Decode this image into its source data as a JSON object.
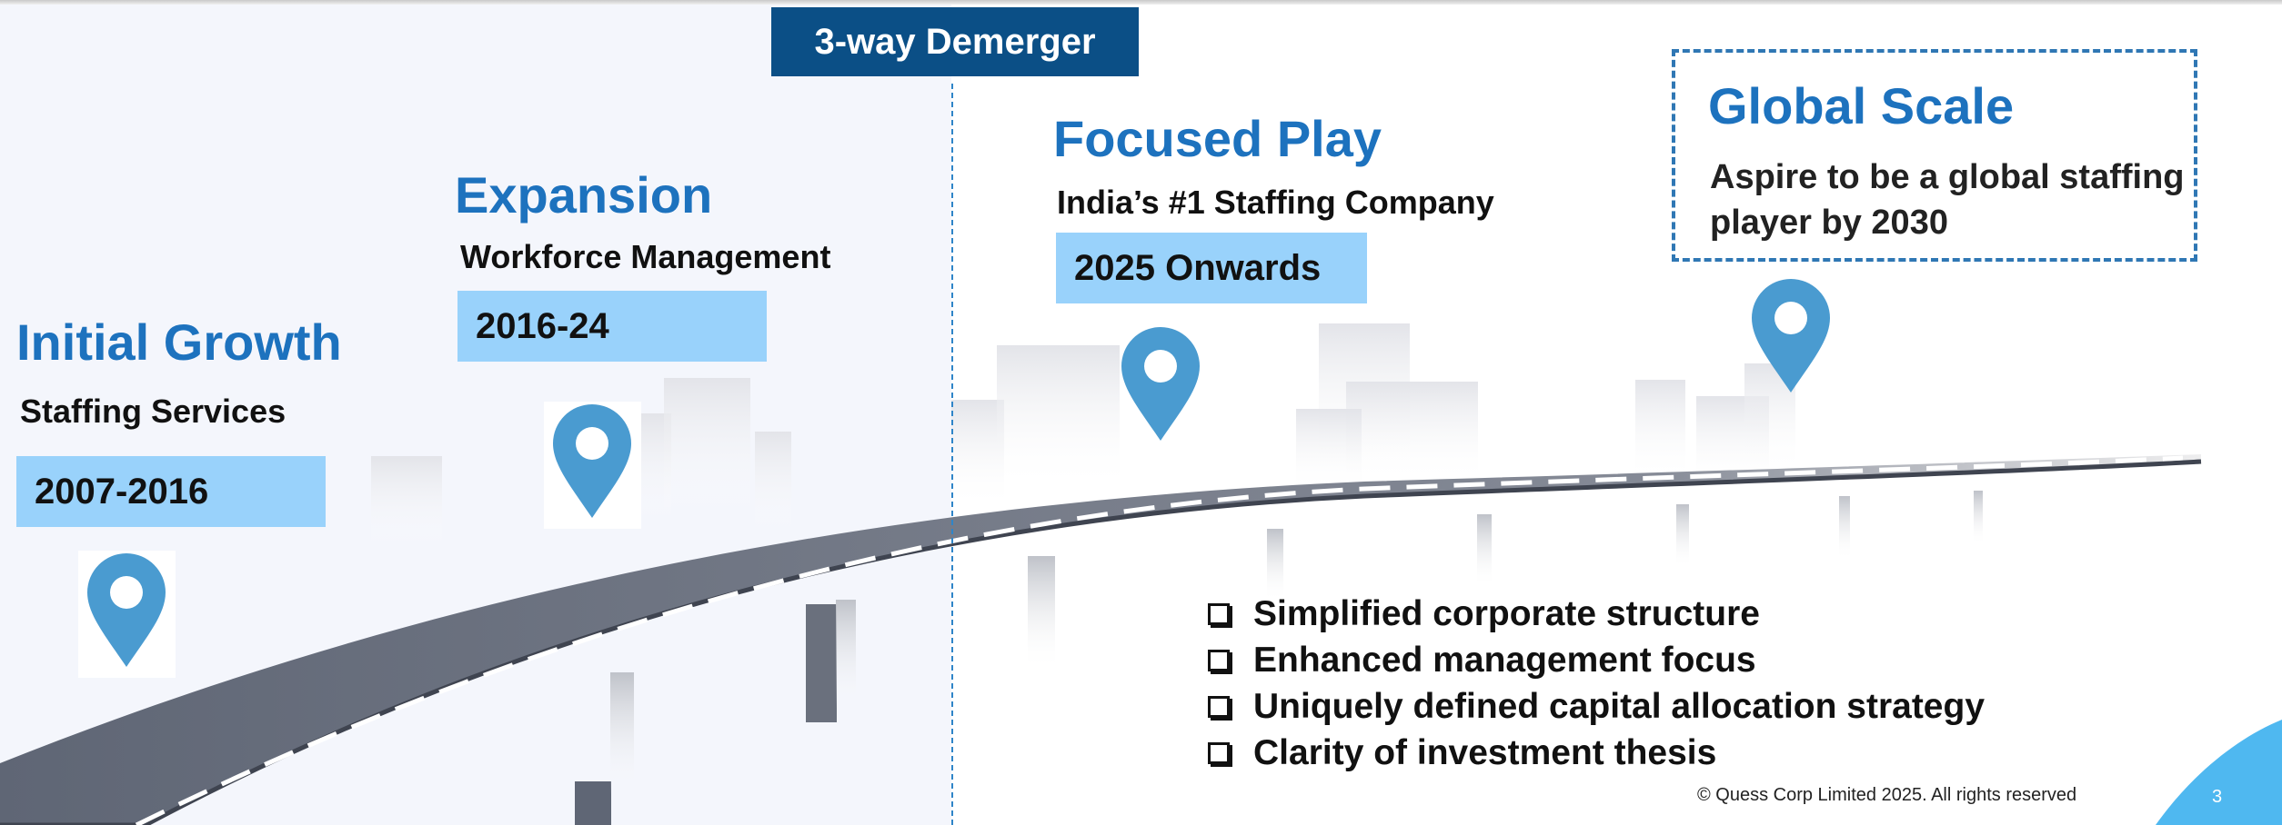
{
  "banner": {
    "label": "3-way Demerger"
  },
  "stages": [
    {
      "title": "Initial Growth",
      "subtitle": "Staffing Services",
      "years": "2007-2016"
    },
    {
      "title": "Expansion",
      "subtitle": "Workforce Management",
      "years": "2016-24"
    },
    {
      "title": "Focused Play",
      "subtitle": "India’s #1 Staffing Company",
      "years": "2025 Onwards"
    },
    {
      "title": "Global Scale",
      "description": "Aspire to be a global  staffing player by 2030"
    }
  ],
  "bullets": [
    "Simplified corporate structure",
    "Enhanced management focus",
    "Uniquely defined capital allocation strategy",
    "Clarity of investment thesis"
  ],
  "footer": {
    "copyright": "© Quess Corp Limited  2025. All rights reserved",
    "page_number": "3"
  },
  "colors": {
    "title_blue": "#1d72be",
    "banner_navy": "#0b4f86",
    "years_box": "#99d2fb",
    "road": "#5f6675",
    "pin": "#4a9bd0"
  }
}
